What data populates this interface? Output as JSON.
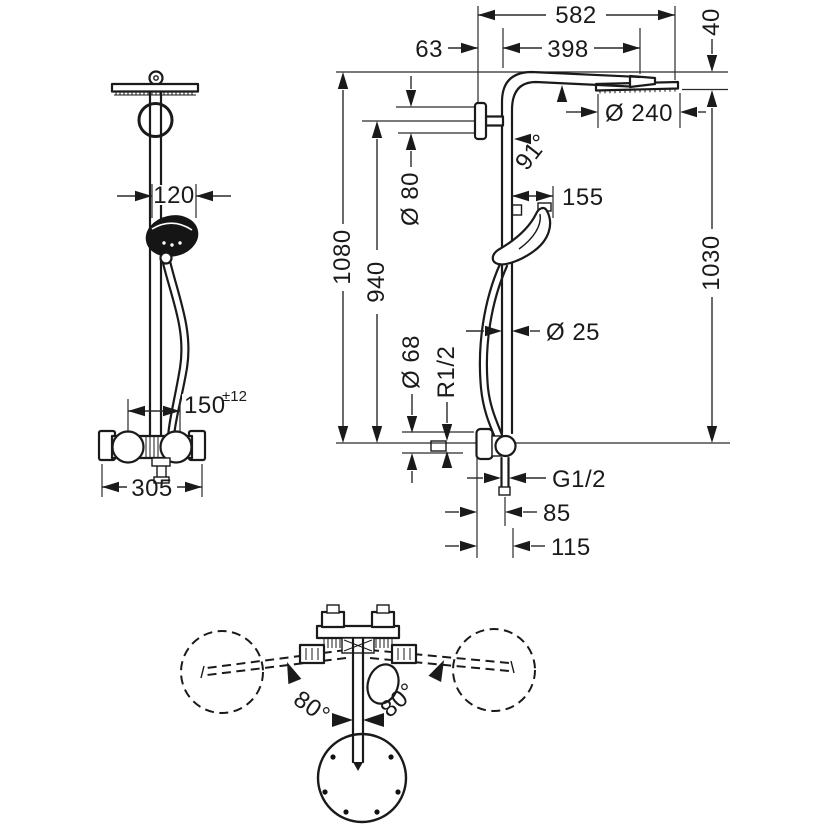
{
  "colors": {
    "line": "#1a1a1a",
    "background": "#ffffff"
  },
  "front_view": {
    "dims": {
      "handshower_width": "120",
      "connection_distance": "150",
      "connection_tolerance": "±12",
      "valve_width": "305"
    }
  },
  "side_view": {
    "dims": {
      "overall_depth": "582",
      "wall_to_pipe": "63",
      "arm_reach": "398",
      "head_top_offset": "40",
      "arm_angle": "91°",
      "head_diameter": "Ø 240",
      "escutcheon_diameter": "Ø 80",
      "holder_reach": "155",
      "overall_height": "1080",
      "inlet_to_top": "940",
      "inlet_to_head": "1030",
      "pipe_diameter": "Ø 25",
      "valve_diameter": "Ø 68",
      "inlet_thread": "R1/2",
      "outlet_thread": "G1/2",
      "outlet_depth": "85",
      "handle_depth": "115"
    }
  },
  "plan_view": {
    "dims": {
      "swivel_angle_left": "80°",
      "swivel_angle_right": "80°"
    }
  }
}
